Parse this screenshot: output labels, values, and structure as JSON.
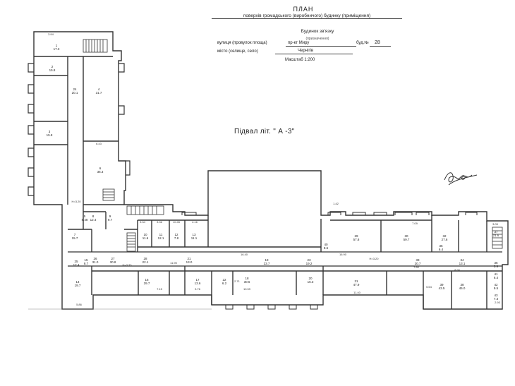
{
  "header": {
    "title": "ПЛАН",
    "subtitle": "поверхів громадського (виробничого) будинку (приміщення)",
    "purpose": "Будинок зв'язку",
    "purpose_hint": "(призначення)",
    "street_label": "вулиця (провулок площа)",
    "street_value": "пр-кт Миру",
    "building_label": "буд.№",
    "building_value": "28",
    "city_label": "місто (селище, село)",
    "city_value": "Чернігів",
    "scale": "Масштаб 1:200"
  },
  "floor_label": "Підвал  літ. \" А -3\"",
  "rooms": [
    {
      "n": "1",
      "a": "17.3"
    },
    {
      "n": "2",
      "a": "15.8"
    },
    {
      "n": "3",
      "a": "15.8"
    },
    {
      "n": "4",
      "a": "31.7"
    },
    {
      "n": "5",
      "a": "8.48"
    },
    {
      "n": "6",
      "a": "36.3"
    },
    {
      "n": "7",
      "a": "15.7"
    },
    {
      "n": "8",
      "a": "12.4"
    },
    {
      "n": "9",
      "a": "9.7"
    },
    {
      "n": "10",
      "a": "11.6"
    },
    {
      "n": "11",
      "a": "12.1"
    },
    {
      "n": "12",
      "a": "7.8"
    },
    {
      "n": "13",
      "a": "11.1"
    },
    {
      "n": "14",
      "a": "19.7"
    },
    {
      "n": "15",
      "a": "8.7"
    },
    {
      "n": "16",
      "a": "29.7"
    },
    {
      "n": "17",
      "a": "13.6"
    },
    {
      "n": "18",
      "a": "30.6"
    },
    {
      "n": "19",
      "a": "23.7"
    },
    {
      "n": "20",
      "a": "16.3"
    },
    {
      "n": "21",
      "a": "13.0"
    },
    {
      "n": "22",
      "a": "6.2"
    },
    {
      "n": "23",
      "a": "19.2"
    },
    {
      "n": "24",
      "a": "20.1"
    },
    {
      "n": "25",
      "a": "17.4"
    },
    {
      "n": "26",
      "a": "31.0"
    },
    {
      "n": "27",
      "a": "30.8"
    },
    {
      "n": "28",
      "a": "22.1"
    },
    {
      "n": "29",
      "a": "57.8"
    },
    {
      "n": "30",
      "a": "59.7"
    },
    {
      "n": "31",
      "a": "47.9"
    },
    {
      "n": "32",
      "a": "27.6"
    },
    {
      "n": "33",
      "a": "20.7"
    },
    {
      "n": "34",
      "a": "13.1"
    },
    {
      "n": "35",
      "a": "6.4"
    },
    {
      "n": "36",
      "a": "5.9"
    },
    {
      "n": "37",
      "a": "21.6"
    },
    {
      "n": "38",
      "a": "45.0"
    },
    {
      "n": "39",
      "a": "43.5"
    },
    {
      "n": "40",
      "a": "8.6"
    },
    {
      "n": "41",
      "a": "6.4"
    },
    {
      "n": "42",
      "a": "9.5"
    },
    {
      "n": "43",
      "a": "7.3"
    }
  ],
  "dims": [
    "3.94",
    "6.43",
    "H=3.20",
    "5.86",
    "H=3.33",
    "11.90",
    "7.15",
    "3.76",
    "10.59",
    "2.71",
    "1.42",
    "7.09",
    "7.80",
    "5.54",
    "8.90",
    "3.05",
    "11.40",
    "16.40",
    "16.90",
    "10.45",
    "4.16",
    "3.34",
    "3.36",
    "2.93",
    "H=3.20"
  ]
}
